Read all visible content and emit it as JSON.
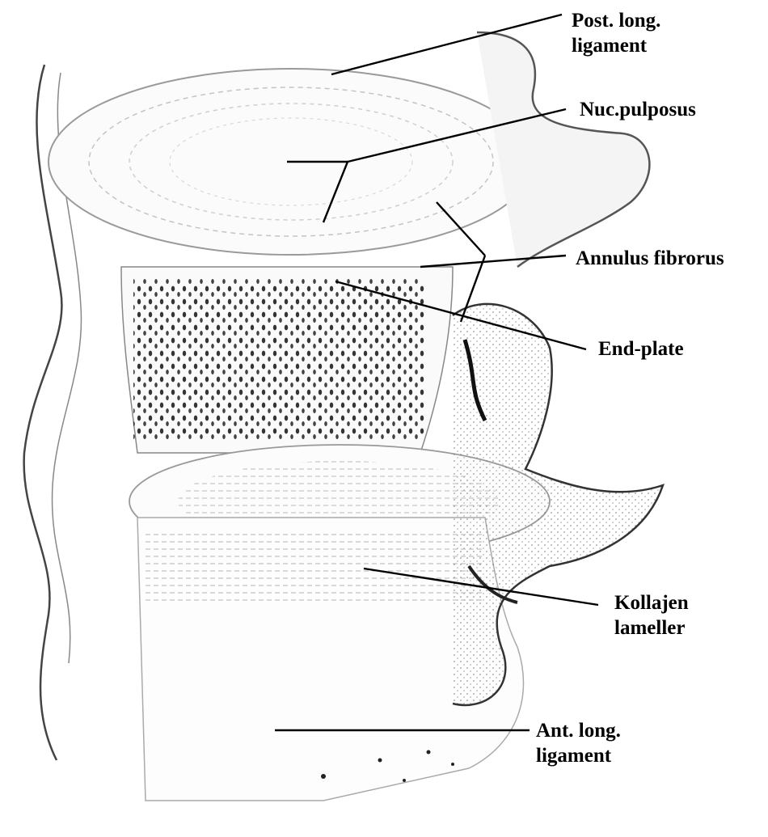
{
  "diagram": {
    "labels": {
      "post_long_ligament": [
        "Post. long.",
        "ligament"
      ],
      "nuc_pulposus": [
        "Nuc.pulposus"
      ],
      "annulus_fibrorus": [
        "Annulus fibrorus"
      ],
      "end_plate": [
        "End-plate"
      ],
      "kollajen_lameller": [
        "Kollajen",
        "lameller"
      ],
      "ant_long_ligament": [
        "Ant. long.",
        "ligament"
      ]
    }
  }
}
